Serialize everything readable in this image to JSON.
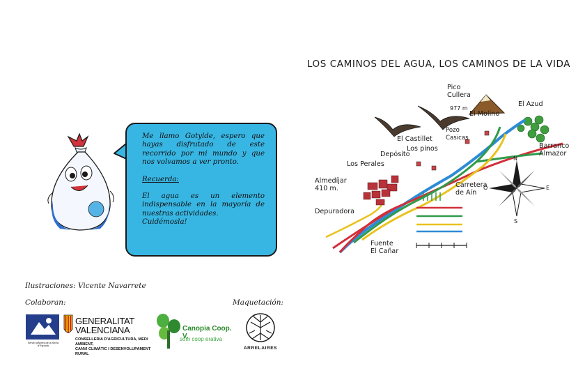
{
  "bubble": {
    "paragraph1": "Me llamo Gotylde, espero que hayas disfrutado de este recorrido por mi mundo y que nos volvamos a ver pronto.",
    "recuerda": "Recuerda:",
    "paragraph2": "El agua es un elemento indispensable en la mayoría de nuestras actividades.",
    "paragraph3": "Cuidémosla!"
  },
  "map": {
    "title": "LOS CAMINOS DEL AGUA, LOS CAMINOS DE LA VIDA",
    "labels": {
      "pico": "Pico\nCullera",
      "pico_alt": "977 m",
      "molino": "El Molino",
      "azud": "El Azud",
      "pozo": "Pozo\nCasicas",
      "barranco": "Barranco\nAlmazor",
      "castillet": "El Castillet",
      "pinos": "Los pinos",
      "deposito": "Depósito",
      "perales": "Los Perales",
      "almedijar": "Almedíjar\n410 m.",
      "carretera": "Carretera\nde Aín",
      "depuradora": "Depuradora",
      "fuente": "Fuente\nEl Cañar",
      "compass_n": "N",
      "compass_s": "S",
      "compass_e": "E",
      "compass_w": "O"
    }
  },
  "credits": {
    "illustrations": "Ilustraciones: Vicente Navarrete",
    "colaboran": "Colaboran:",
    "maquetacion": "Maquetación:"
  },
  "logos": {
    "servei_caption": "Servei d'Àrees de la Serra d'Espadà",
    "gv_name": "GENERALITAT\nVALENCIANA",
    "gv_sub": "CONSELLERIA D'AGRICULTURA, MEDI AMBIENT,\nCANVI CLIMÀTIC I DESENVOLUPAMENT RURAL",
    "canopia_name": "Canopia Coop. V.",
    "canopia_tag": "som coop erativa",
    "arrelaires": "ARRELAIRES"
  },
  "colors": {
    "bubble": "#38b6e3",
    "river": "#2e8bd6",
    "road_red": "#d12f3a",
    "path_green": "#2f9b4a",
    "path_yellow": "#e9c21d",
    "village": "#b8323a"
  }
}
